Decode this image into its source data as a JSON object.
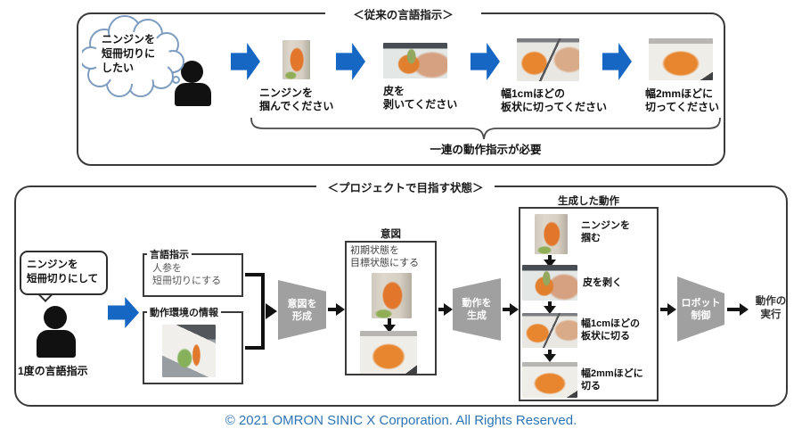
{
  "top_panel": {
    "title": "＜従来の言語指示＞",
    "thought_bubble_text": "ニンジンを\n短冊切りに\nしたい",
    "steps": [
      {
        "label": "ニンジンを\n掴んでください",
        "image": "carrot-photo"
      },
      {
        "label": "皮を\n剥いてください",
        "image": "peeling-photo"
      },
      {
        "label": "幅1cmほどの\n板状に切ってください",
        "image": "cutting-1cm-photo"
      },
      {
        "label": "幅2mmほどに\n切ってください",
        "image": "sliced-2mm-photo"
      }
    ],
    "brace_caption": "一連の動作指示が必要"
  },
  "bottom_panel": {
    "title": "＜プロジェクトで目指す状態＞",
    "speech_bubble_text": "ニンジンを\n短冊切りにして",
    "person_caption": "1度の言語指示",
    "language_box": {
      "label": "言語指示",
      "content": "人参を\n短冊切りにする"
    },
    "environment_box": {
      "label": "動作環境の情報",
      "image": "workspace-photo"
    },
    "intent_process_label": "意図を\n形成",
    "intent_box": {
      "label": "意図",
      "content": "初期状態を\n目標状態にする"
    },
    "action_process_label": "動作を\n生成",
    "generated_actions_box": {
      "label": "生成した動作",
      "steps": [
        {
          "label": "ニンジンを\n掴む",
          "image": "carrot-photo"
        },
        {
          "label": "皮を剥く",
          "image": "peeling-photo"
        },
        {
          "label": "幅1cmほどの\n板状に切る",
          "image": "cutting-1cm-photo"
        },
        {
          "label": "幅2mmほどに\n切る",
          "image": "sliced-2mm-photo"
        }
      ]
    },
    "robot_process_label": "ロボット\n制御",
    "result_label": "動作の\n実行"
  },
  "footer": {
    "copyright": "© 2021 OMRON SINIC X Corporation. All Rights Reserved."
  },
  "colors": {
    "arrow_blue": "#1667C4",
    "process_gray": "#A0A0A0",
    "footer_blue": "#2E74B5"
  }
}
